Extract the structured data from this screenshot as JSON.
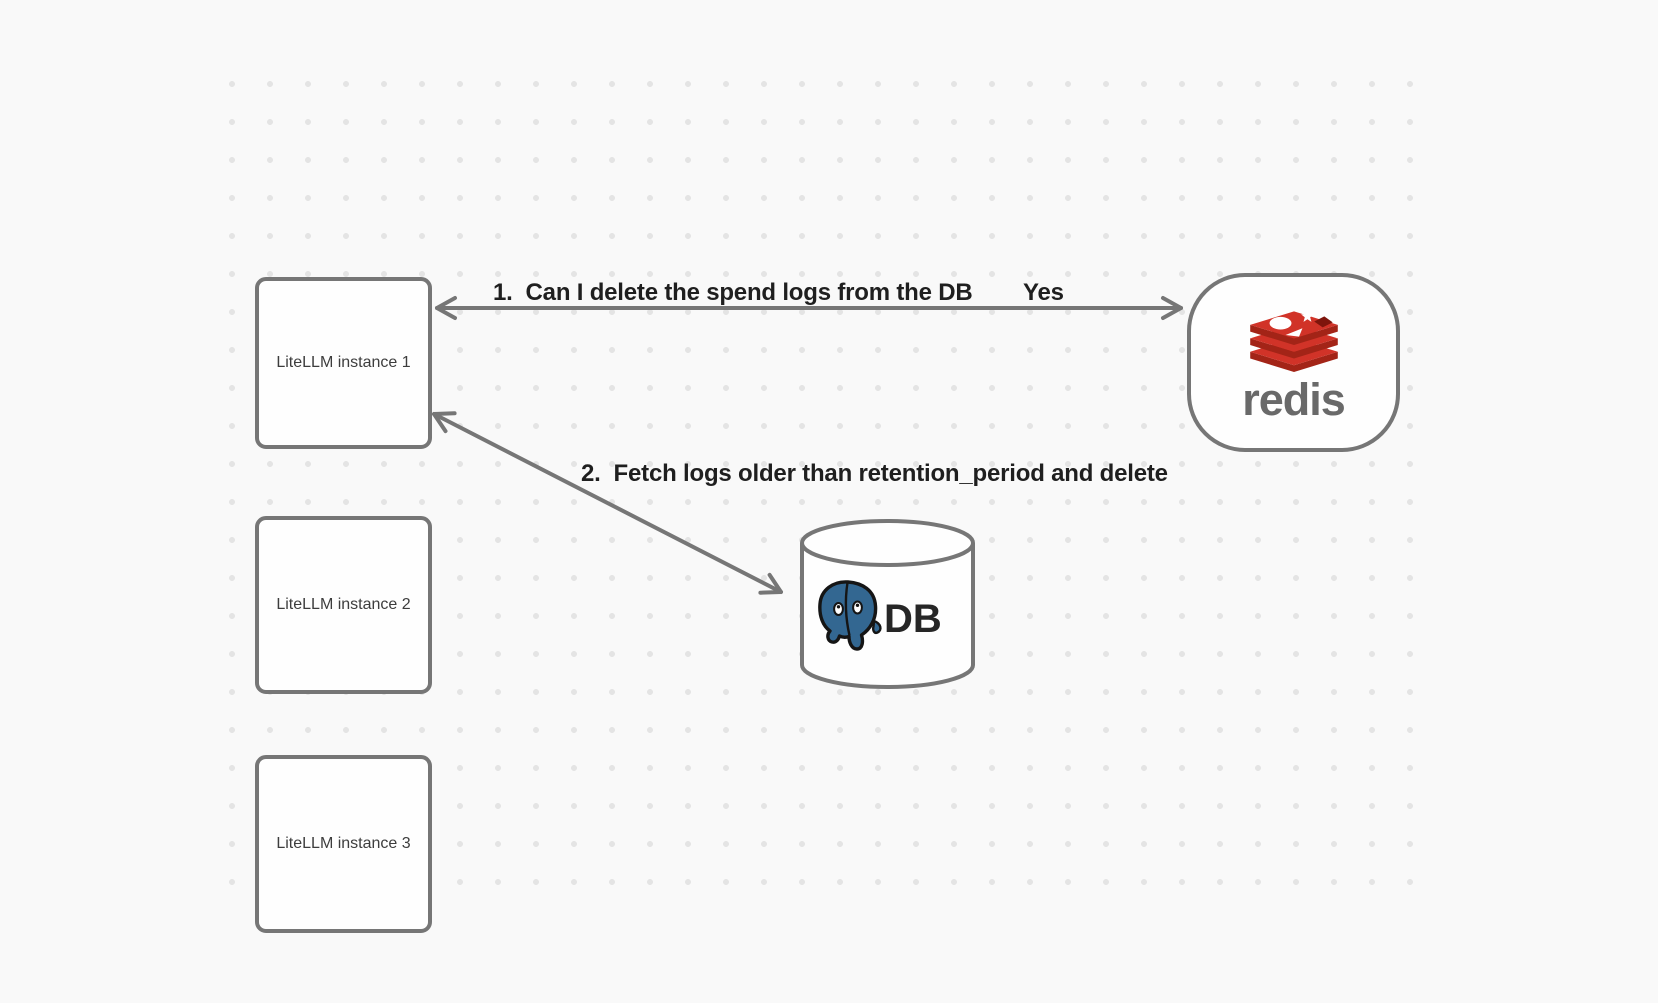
{
  "diagram": {
    "background_color": "#f9f9f9",
    "dot_color": "#e4e4e4",
    "stroke_color": "#767676",
    "label_color": "#1f1f1f"
  },
  "nodes": {
    "instances": [
      {
        "label": "LiteLLM instance 1"
      },
      {
        "label": "LiteLLM instance 2"
      },
      {
        "label": "LiteLLM instance 3"
      }
    ],
    "redis": {
      "wordmark": "redis",
      "logo": "redis-stack-icon",
      "brand_red": "#d13328",
      "brand_red_dark": "#a32417"
    },
    "database": {
      "label": "DB",
      "logo": "postgresql-elephant-icon",
      "brand_blue": "#336791"
    }
  },
  "arrows": [
    {
      "label": "1.  Can I delete the spend logs from the DB",
      "response": "Yes",
      "style": "double-headed",
      "from": "Redis",
      "to": "LiteLLM instance 1"
    },
    {
      "label": "2.  Fetch logs older than retention_period and delete",
      "style": "double-headed",
      "from": "LiteLLM instance 1",
      "to": "DB"
    }
  ]
}
